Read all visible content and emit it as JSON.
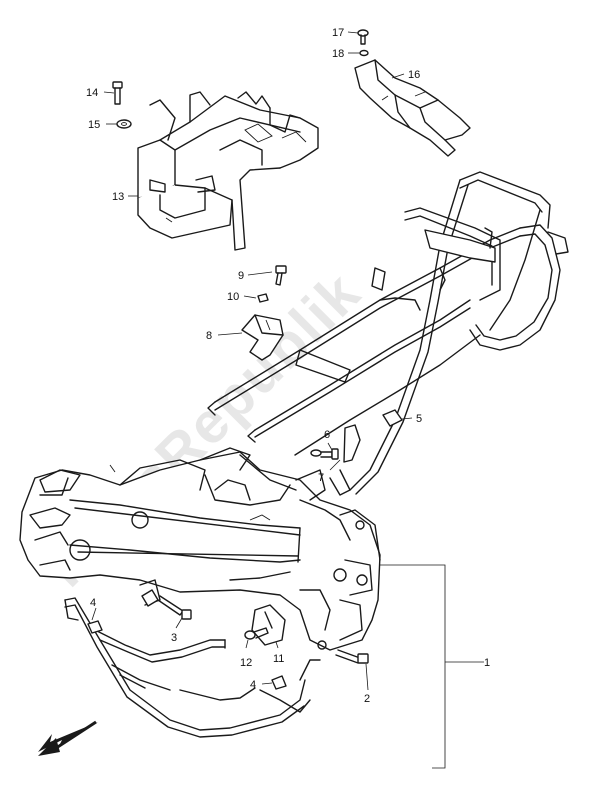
{
  "callouts": {
    "c1": "1",
    "c2": "2",
    "c3": "3",
    "c4a": "4",
    "c4b": "4",
    "c5": "5",
    "c6": "6",
    "c7": "7",
    "c8": "8",
    "c9": "9",
    "c10": "10",
    "c11": "11",
    "c12": "12",
    "c13": "13",
    "c14": "14",
    "c15": "15",
    "c16": "16",
    "c17": "17",
    "c18": "18"
  },
  "watermark": "PartsRepublik",
  "colors": {
    "ink": "#1a1a1a",
    "watermark": "#d4d4d4",
    "background": "#ffffff"
  },
  "icons": {
    "direction": "front-arrow-icon"
  }
}
